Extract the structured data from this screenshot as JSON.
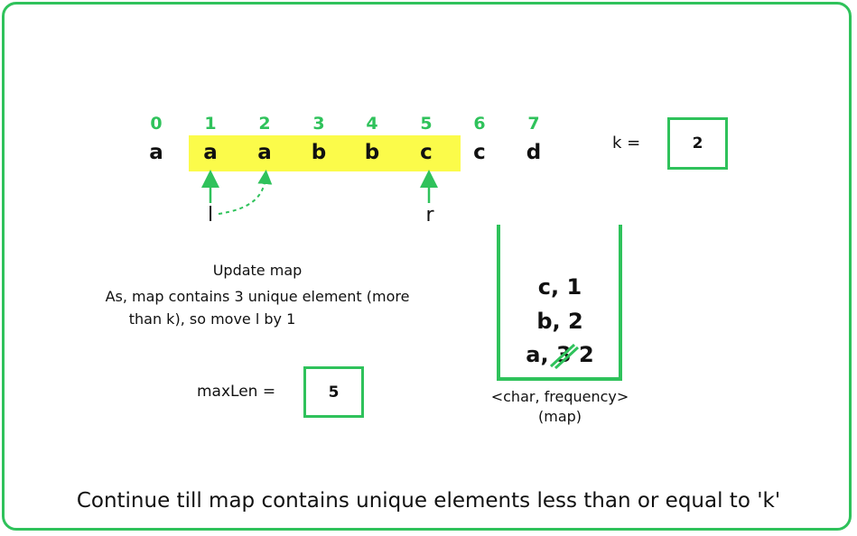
{
  "array": {
    "indices": [
      "0",
      "1",
      "2",
      "3",
      "4",
      "5",
      "6",
      "7"
    ],
    "chars": [
      "a",
      "a",
      "a",
      "b",
      "b",
      "c",
      "c",
      "d"
    ],
    "window_start": 1,
    "window_end": 5
  },
  "k": {
    "label": "k =",
    "value": "2"
  },
  "pointers": {
    "left": "l",
    "right": "r"
  },
  "note": {
    "title": "Update map",
    "line1": "As, map contains 3 unique element (more",
    "line2": "than k), so move l by 1"
  },
  "maxlen": {
    "label": "maxLen =",
    "value": "5"
  },
  "map": {
    "entries": [
      {
        "text": "c, 1"
      },
      {
        "text": "b, 2"
      },
      {
        "key": "a,",
        "old": "3",
        "new": "2"
      }
    ],
    "caption1": "<char, frequency>",
    "caption2": "(map)"
  },
  "footer": "Continue till map contains unique elements less than or equal to 'k'",
  "colors": {
    "accent": "#2fc25b",
    "highlight": "#fbfb4a",
    "text": "#111111"
  }
}
